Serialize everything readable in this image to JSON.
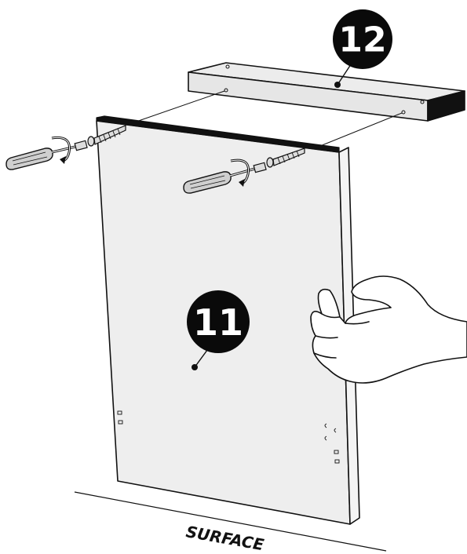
{
  "diagram": {
    "callouts": [
      {
        "id": "part-12",
        "label": "12"
      },
      {
        "id": "part-11",
        "label": "11"
      }
    ],
    "surface_label": "SURFACE",
    "icons": [
      "screwdriver-icon",
      "rotate-arrow-icon",
      "screw-icon",
      "hand-icon"
    ],
    "colors": {
      "panel_fill": "#eeeeee",
      "panel_edge": "#111111",
      "callout_fill": "#0a0a0a",
      "line": "#111111"
    }
  }
}
